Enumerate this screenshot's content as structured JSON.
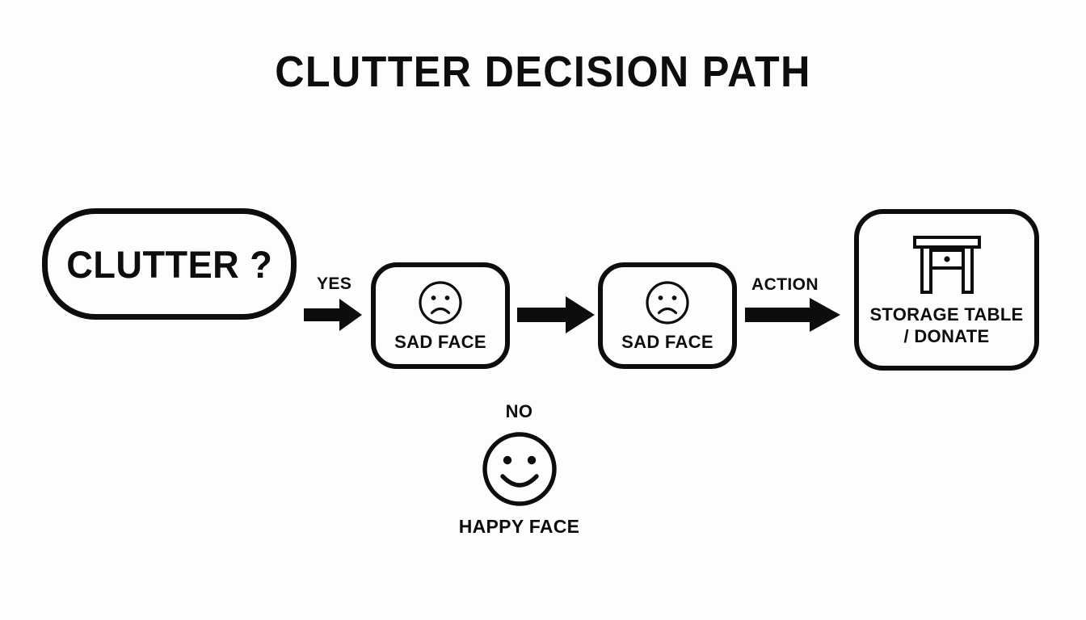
{
  "diagram": {
    "title": "CLUTTER DECISION PATH",
    "background_color": "#fdfdfd",
    "stroke_color": "#0d0d0d",
    "nodes": [
      {
        "id": "start",
        "shape": "rounded-pill",
        "label": "CLUTTER ?",
        "icon": null
      },
      {
        "id": "sad-1",
        "shape": "rounded-square",
        "label": "SAD FACE",
        "icon": "sad-face-icon"
      },
      {
        "id": "sad-2",
        "shape": "rounded-square",
        "label": "SAD FACE",
        "icon": "sad-face-icon"
      },
      {
        "id": "final",
        "shape": "rounded-square",
        "label_line1": "STORAGE TABLE",
        "label_line2": "/ DONATE",
        "icon": "storage-table-icon"
      },
      {
        "id": "no-branch",
        "shape": "none",
        "tag": "NO",
        "label": "HAPPY FACE",
        "icon": "happy-face-icon"
      }
    ],
    "edges": [
      {
        "id": "edge-yes",
        "label": "YES",
        "from": "start",
        "to": "sad-1"
      },
      {
        "id": "edge-mid",
        "label": "",
        "from": "sad-1",
        "to": "sad-2"
      },
      {
        "id": "edge-action",
        "label": "ACTION",
        "from": "sad-2",
        "to": "final"
      }
    ]
  }
}
